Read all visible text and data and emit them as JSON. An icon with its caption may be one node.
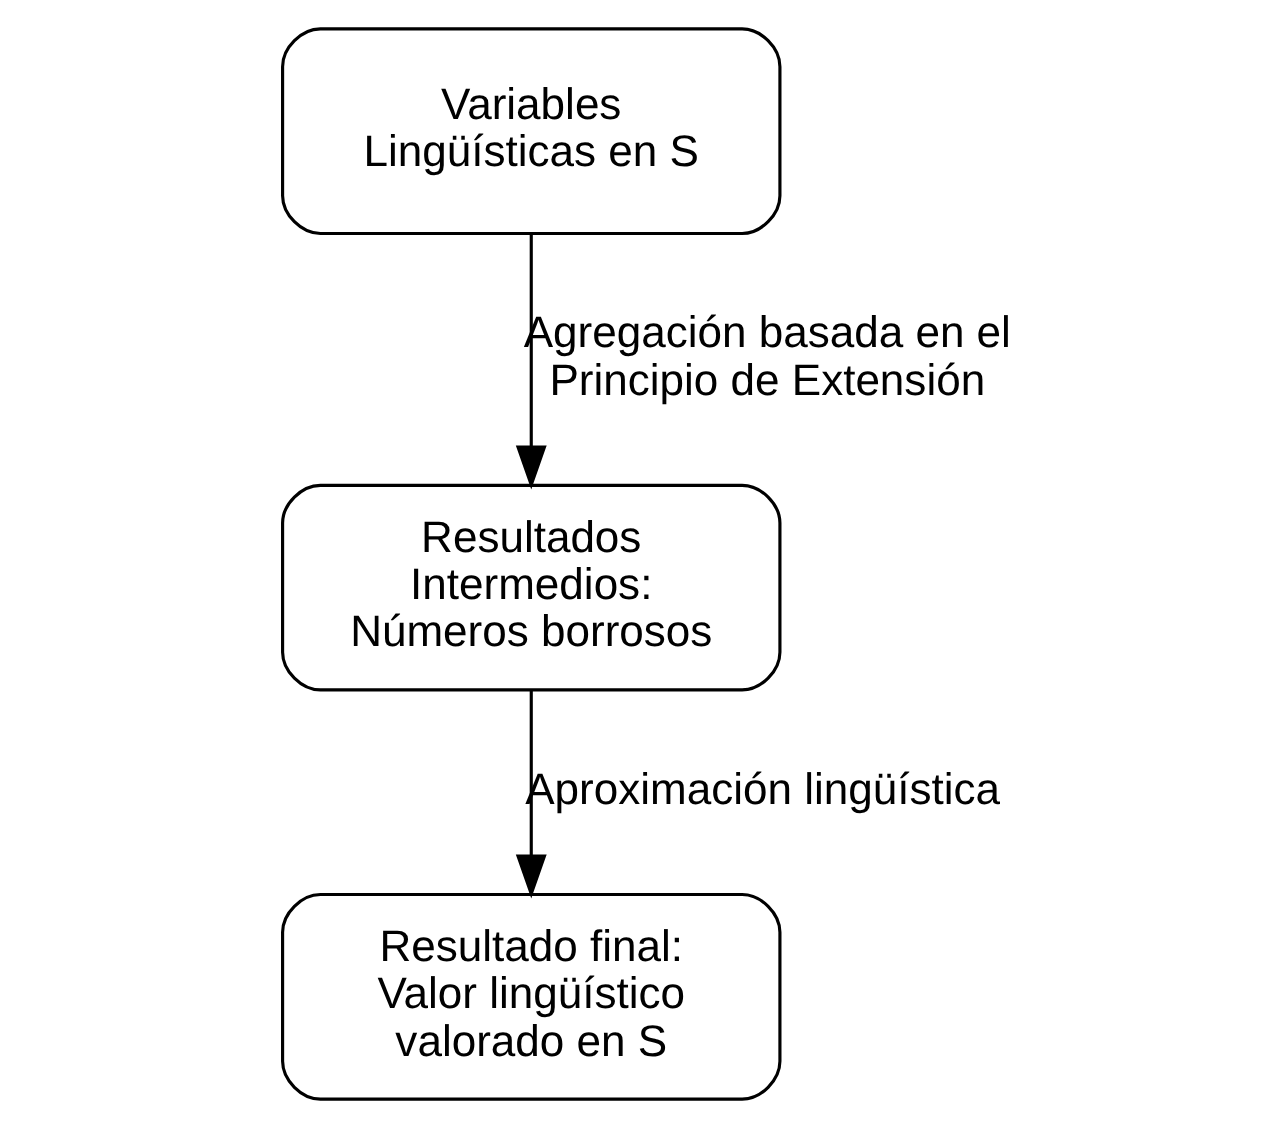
{
  "diagram": {
    "nodes": [
      {
        "text": [
          "Variables Lingüísticas en S"
        ]
      },
      {
        "text": [
          "Resultados Intermedios: Números borrosos"
        ]
      },
      {
        "text": [
          "Resultado final: Valor lingüístico valorado en S"
        ]
      }
    ],
    "edges": [
      {
        "from": 0,
        "to": 1,
        "arrow": "to",
        "label": "Agregación basada en el Principio de Extensión"
      },
      {
        "from": 1,
        "to": 2,
        "arrow": "to",
        "label": "Aproximación lingüística"
      }
    ]
  }
}
